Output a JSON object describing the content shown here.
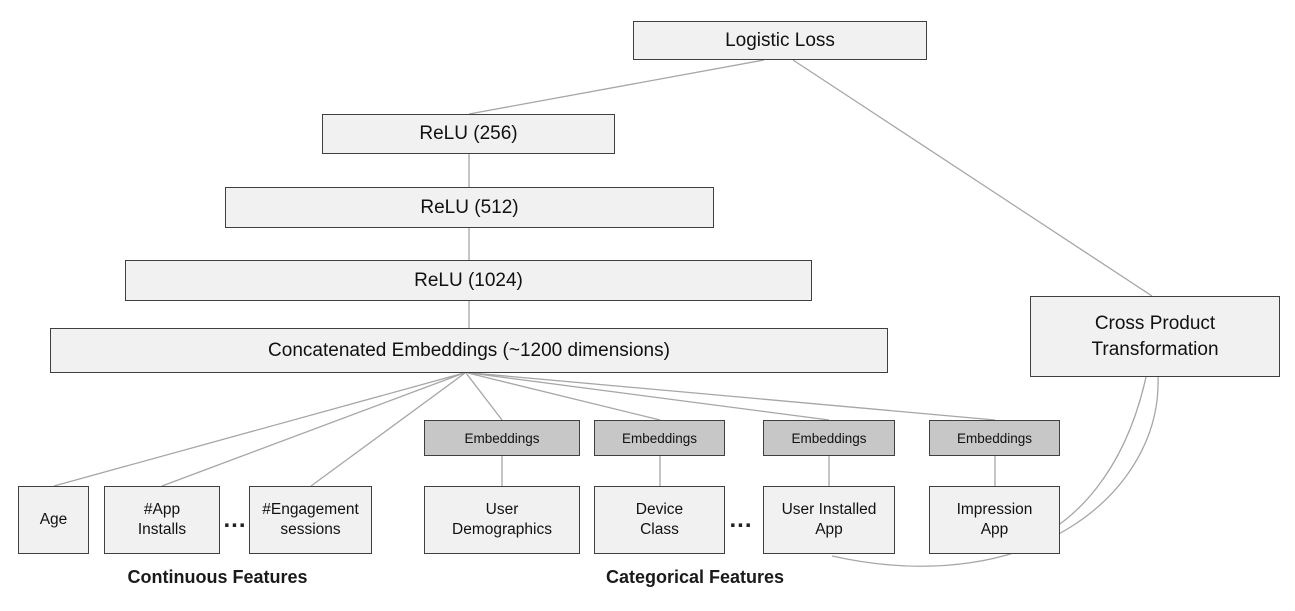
{
  "diagram": {
    "nodes": {
      "logistic_loss": "Logistic Loss",
      "relu_256": "ReLU (256)",
      "relu_512": "ReLU (512)",
      "relu_1024": "ReLU (1024)",
      "concatenated_embeddings": "Concatenated Embeddings (~1200 dimensions)",
      "cross_product_transformation": "Cross Product Transformation",
      "embeddings": "Embeddings",
      "age": "Age",
      "app_installs": "#App Installs",
      "engagement_sessions": "#Engagement sessions",
      "user_demographics": "User Demographics",
      "device_class": "Device Class",
      "user_installed_app": "User Installed App",
      "impression_app": "Impression App"
    },
    "ellipsis": "...",
    "group_labels": {
      "continuous": "Continuous Features",
      "categorical": "Categorical Features"
    },
    "colors": {
      "node_fill": "#f1f1f1",
      "embedding_fill": "#c7c7c7",
      "node_border": "#3f3f3f",
      "edge": "#a6a6a6"
    },
    "edges": [
      {
        "from": "logistic_loss",
        "to": "relu_256"
      },
      {
        "from": "logistic_loss",
        "to": "cross_product_transformation"
      },
      {
        "from": "relu_256",
        "to": "relu_512"
      },
      {
        "from": "relu_512",
        "to": "relu_1024"
      },
      {
        "from": "relu_1024",
        "to": "concatenated_embeddings"
      },
      {
        "from": "concatenated_embeddings",
        "to": "age"
      },
      {
        "from": "concatenated_embeddings",
        "to": "app_installs"
      },
      {
        "from": "concatenated_embeddings",
        "to": "engagement_sessions"
      },
      {
        "from": "concatenated_embeddings",
        "to": "embeddings_user_demographics"
      },
      {
        "from": "concatenated_embeddings",
        "to": "embeddings_device_class"
      },
      {
        "from": "concatenated_embeddings",
        "to": "embeddings_user_installed_app"
      },
      {
        "from": "concatenated_embeddings",
        "to": "embeddings_impression_app"
      },
      {
        "from": "embeddings_user_demographics",
        "to": "user_demographics"
      },
      {
        "from": "embeddings_device_class",
        "to": "device_class"
      },
      {
        "from": "embeddings_user_installed_app",
        "to": "user_installed_app"
      },
      {
        "from": "embeddings_impression_app",
        "to": "impression_app"
      },
      {
        "from": "cross_product_transformation",
        "to": "impression_app"
      },
      {
        "from": "cross_product_transformation",
        "to": "user_installed_app"
      }
    ]
  }
}
